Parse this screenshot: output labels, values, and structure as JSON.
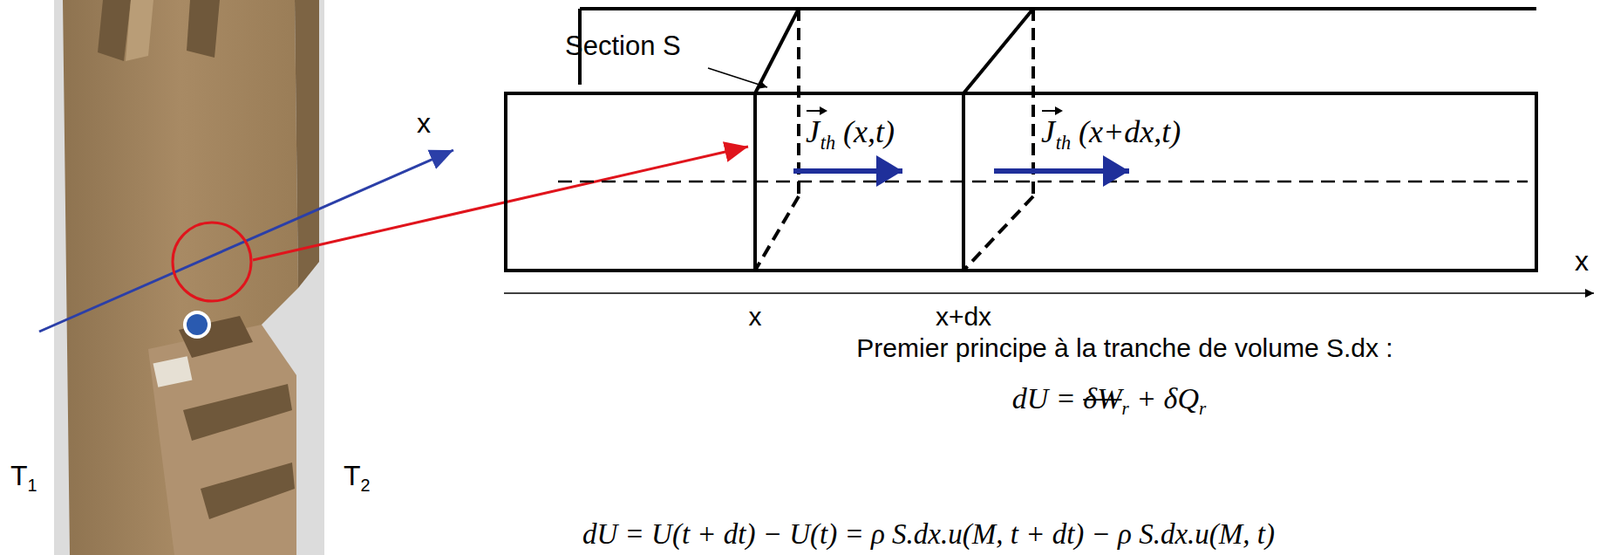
{
  "diagram": {
    "labels": [
      "x",
      "T",
      "1",
      "T",
      "2",
      "Section S",
      "J",
      "th",
      "(x,t)",
      "J",
      "th",
      "(x+dx,t)",
      "x",
      "x",
      "x+dx",
      "Premier principe à la tranche de volume S.dx :",
      "dU =",
      "δW",
      "r",
      "+ δQ",
      "r",
      "dU = U(t + dt) − U(t) = ρ S.dx.u(M, t + dt) − ρ S.dx.u(M, t)"
    ]
  }
}
